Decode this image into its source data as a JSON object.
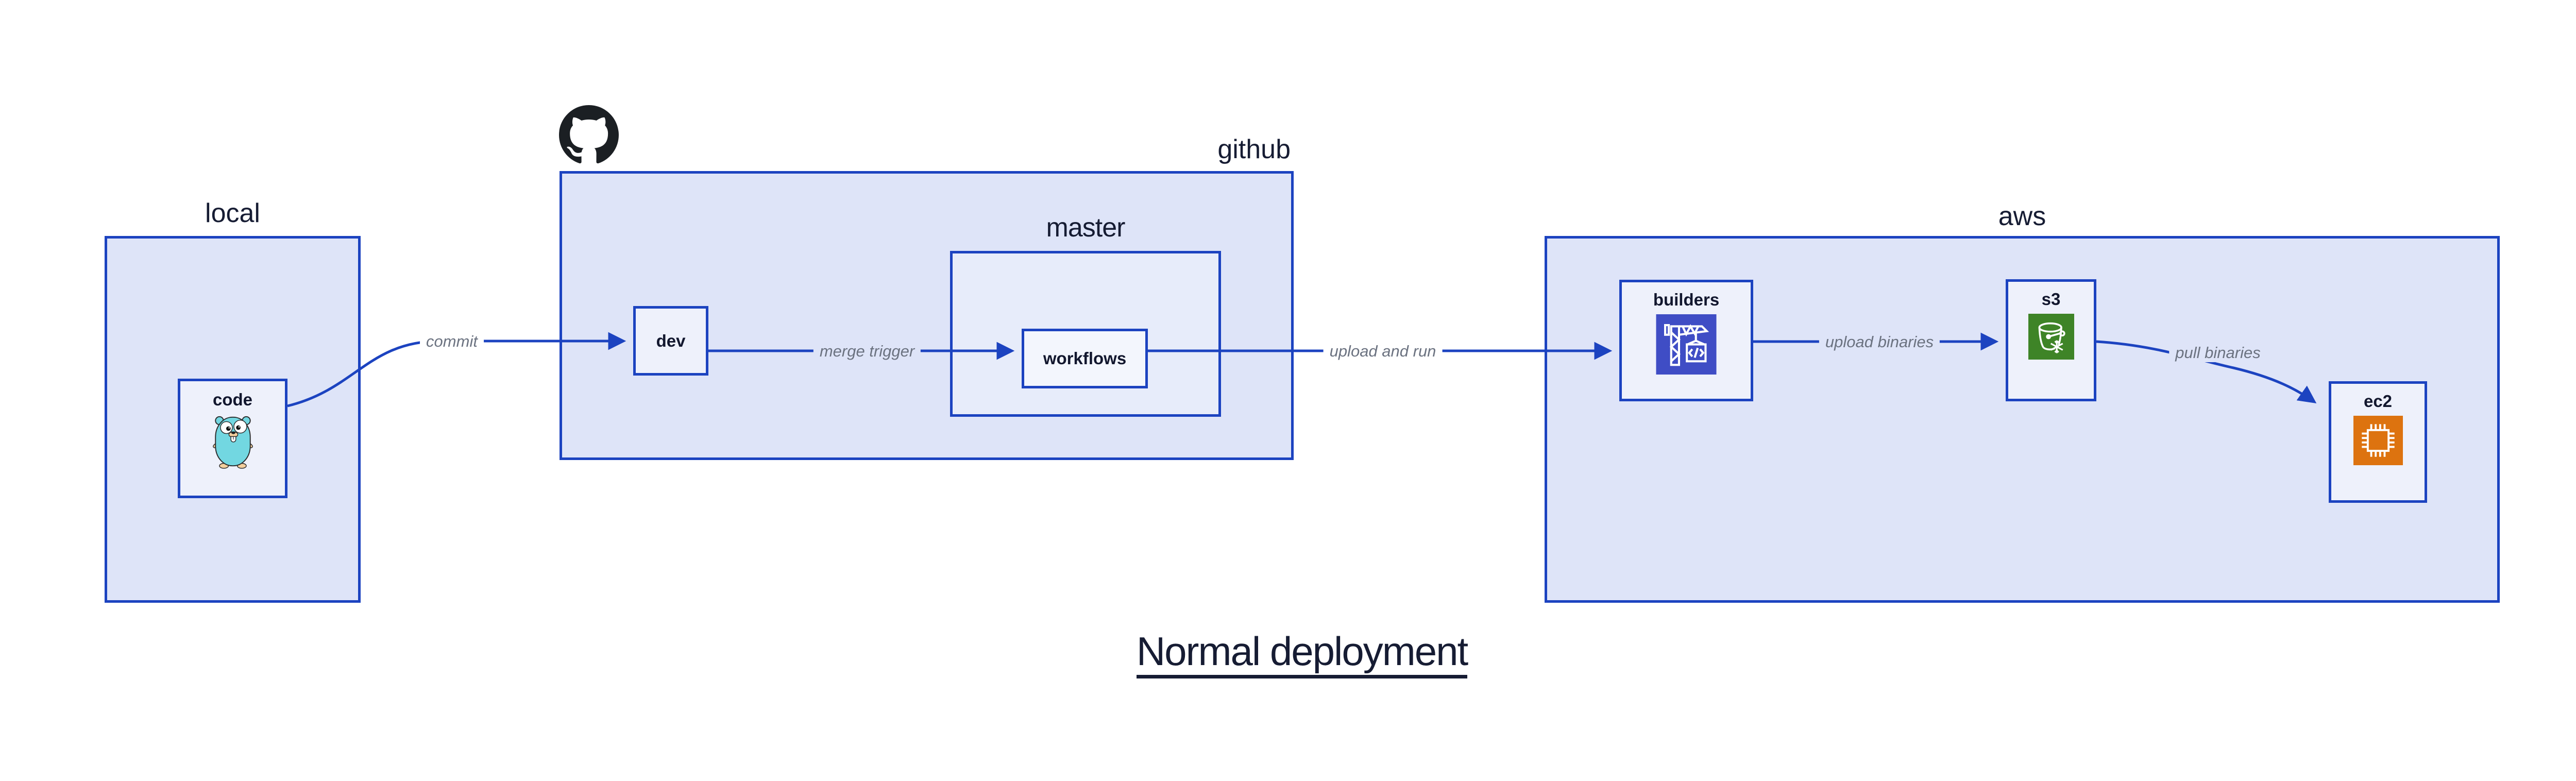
{
  "title": "Normal deployment",
  "groups": {
    "local": {
      "label": "local"
    },
    "github": {
      "label": "github"
    },
    "master": {
      "label": "master"
    },
    "aws": {
      "label": "aws"
    }
  },
  "nodes": {
    "code": {
      "label": "code",
      "icon": "go-gopher-icon"
    },
    "dev": {
      "label": "dev"
    },
    "workflows": {
      "label": "workflows"
    },
    "builders": {
      "label": "builders",
      "icon": "aws-codebuild-icon"
    },
    "s3": {
      "label": "s3",
      "icon": "aws-s3-bucket-icon"
    },
    "ec2": {
      "label": "ec2",
      "icon": "aws-ec2-chip-icon"
    }
  },
  "edges": {
    "commit": {
      "label": "commit",
      "from": "code",
      "to": "dev"
    },
    "merge_trigger": {
      "label": "merge trigger",
      "from": "dev",
      "to": "workflows"
    },
    "upload_and_run": {
      "label": "upload and run",
      "from": "workflows",
      "to": "builders"
    },
    "upload_binaries": {
      "label": "upload binaries",
      "from": "builders",
      "to": "s3"
    },
    "pull_binaries": {
      "label": "pull binaries",
      "from": "s3",
      "to": "ec2"
    }
  },
  "icons": {
    "github_logo": "github-octocat-logo"
  },
  "colors": {
    "background": "#ffffff",
    "group_fill": "#dee4f8",
    "node_fill": "#eef1fb",
    "border_blue": "#1c43c0",
    "arrow_blue": "#1c43c0",
    "edge_label_gray": "#6b7280",
    "text_navy": "#161c33",
    "codebuild_indigo": "#3f4dc5",
    "s3_green": "#3e8427",
    "ec2_orange": "#dd730f",
    "gopher_cyan": "#72d7e1",
    "github_black": "#1b1f23"
  }
}
